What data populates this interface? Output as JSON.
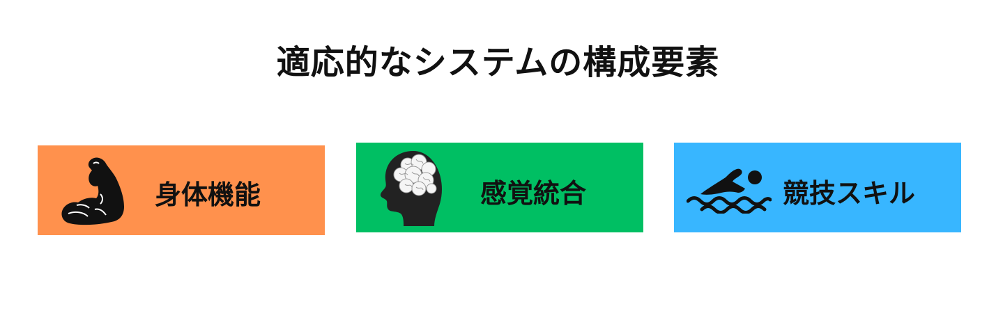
{
  "title": "適応的なシステムの構成要素",
  "cards": [
    {
      "label": "身体機能",
      "icon": "flexed-arm-icon",
      "color": "#FF914D"
    },
    {
      "label": "感覚統合",
      "icon": "brain-head-icon",
      "color": "#00BF63"
    },
    {
      "label": "競技スキル",
      "icon": "swimmer-icon",
      "color": "#38B6FF"
    }
  ]
}
